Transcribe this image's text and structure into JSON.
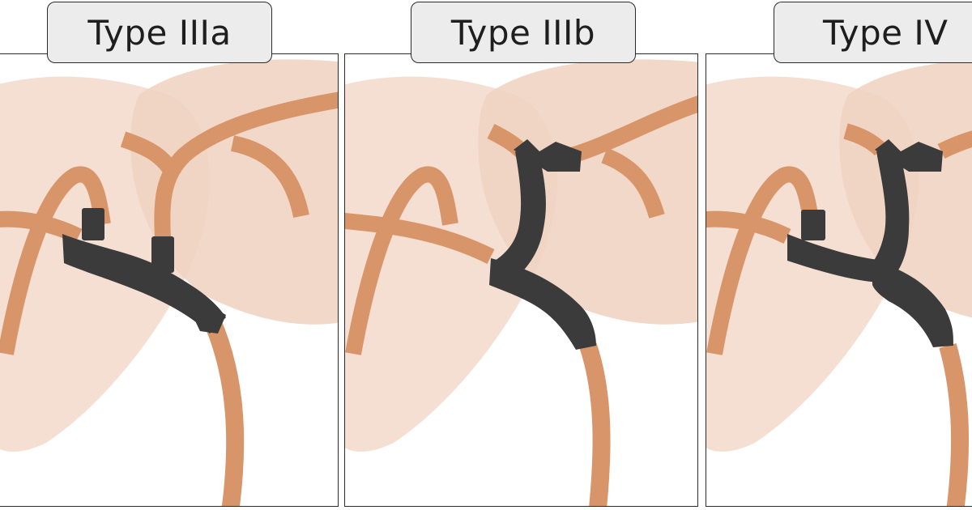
{
  "panels": [
    {
      "label": "Type IIIa",
      "tumor": "common-hepatic-duct-and-right-junction"
    },
    {
      "label": "Type IIIb",
      "tumor": "common-hepatic-duct-and-left-duct"
    },
    {
      "label": "Type IV",
      "tumor": "common-hepatic-duct-and-both-ducts"
    }
  ],
  "colors": {
    "liver": "#f1d4c2",
    "bile_duct": "#d9956a",
    "tumor": "#3b3b3b",
    "frame": "#2b2b2b",
    "label_bg": "#ececec"
  }
}
